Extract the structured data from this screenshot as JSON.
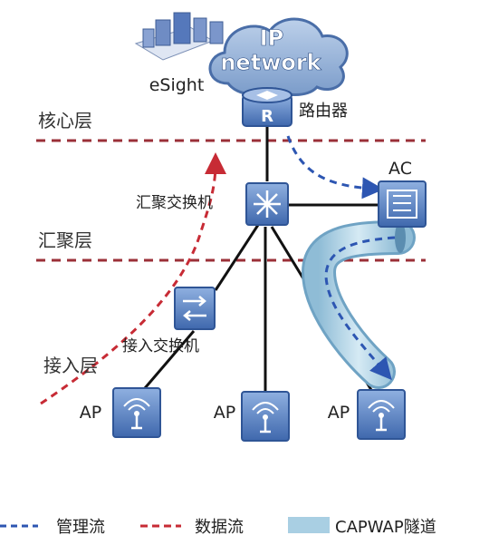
{
  "network": {
    "cloud_line1": "IP",
    "cloud_line2": "network",
    "esight_label": "eSight",
    "router_label": "路由器",
    "router_glyph": "R",
    "ac_label": "AC",
    "agg_switch_label": "汇聚交换机",
    "access_switch_label": "接入交换机",
    "ap_labels": [
      "AP",
      "AP",
      "AP"
    ]
  },
  "layers": {
    "core": "核心层",
    "aggregation": "汇聚层",
    "access": "接入层"
  },
  "legend": {
    "management": "管理流",
    "data": "数据流",
    "tunnel": "CAPWAP隧道"
  },
  "colors": {
    "device_blue": "#5d86c9",
    "device_dark": "#2f5596",
    "cloud": "#9fb7da",
    "data_flow": "#c72b35",
    "mgmt_flow": "#2d56b2",
    "tunnel": "#a9cfe3",
    "layer_line": "#9b3038"
  }
}
